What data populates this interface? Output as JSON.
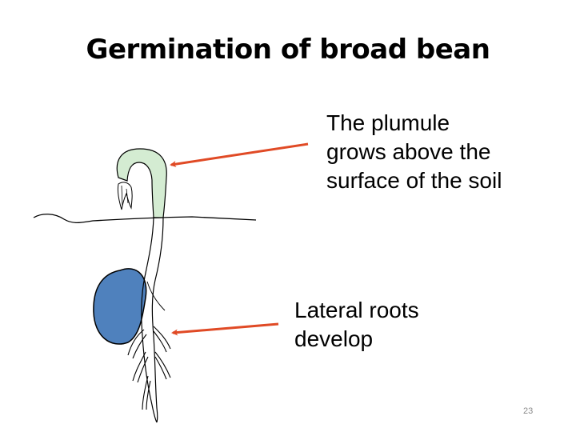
{
  "title": "Germination of broad bean",
  "labels": {
    "plumule": [
      "The plumule",
      "grows above the",
      "surface of the soil"
    ],
    "lateral_roots": [
      "Lateral roots",
      "develop"
    ]
  },
  "page_number": "23",
  "colors": {
    "plumule_fill": "#d4ecd2",
    "seed_fill": "#4f81bd",
    "arrow": "#e04a25",
    "outline": "#000000"
  }
}
